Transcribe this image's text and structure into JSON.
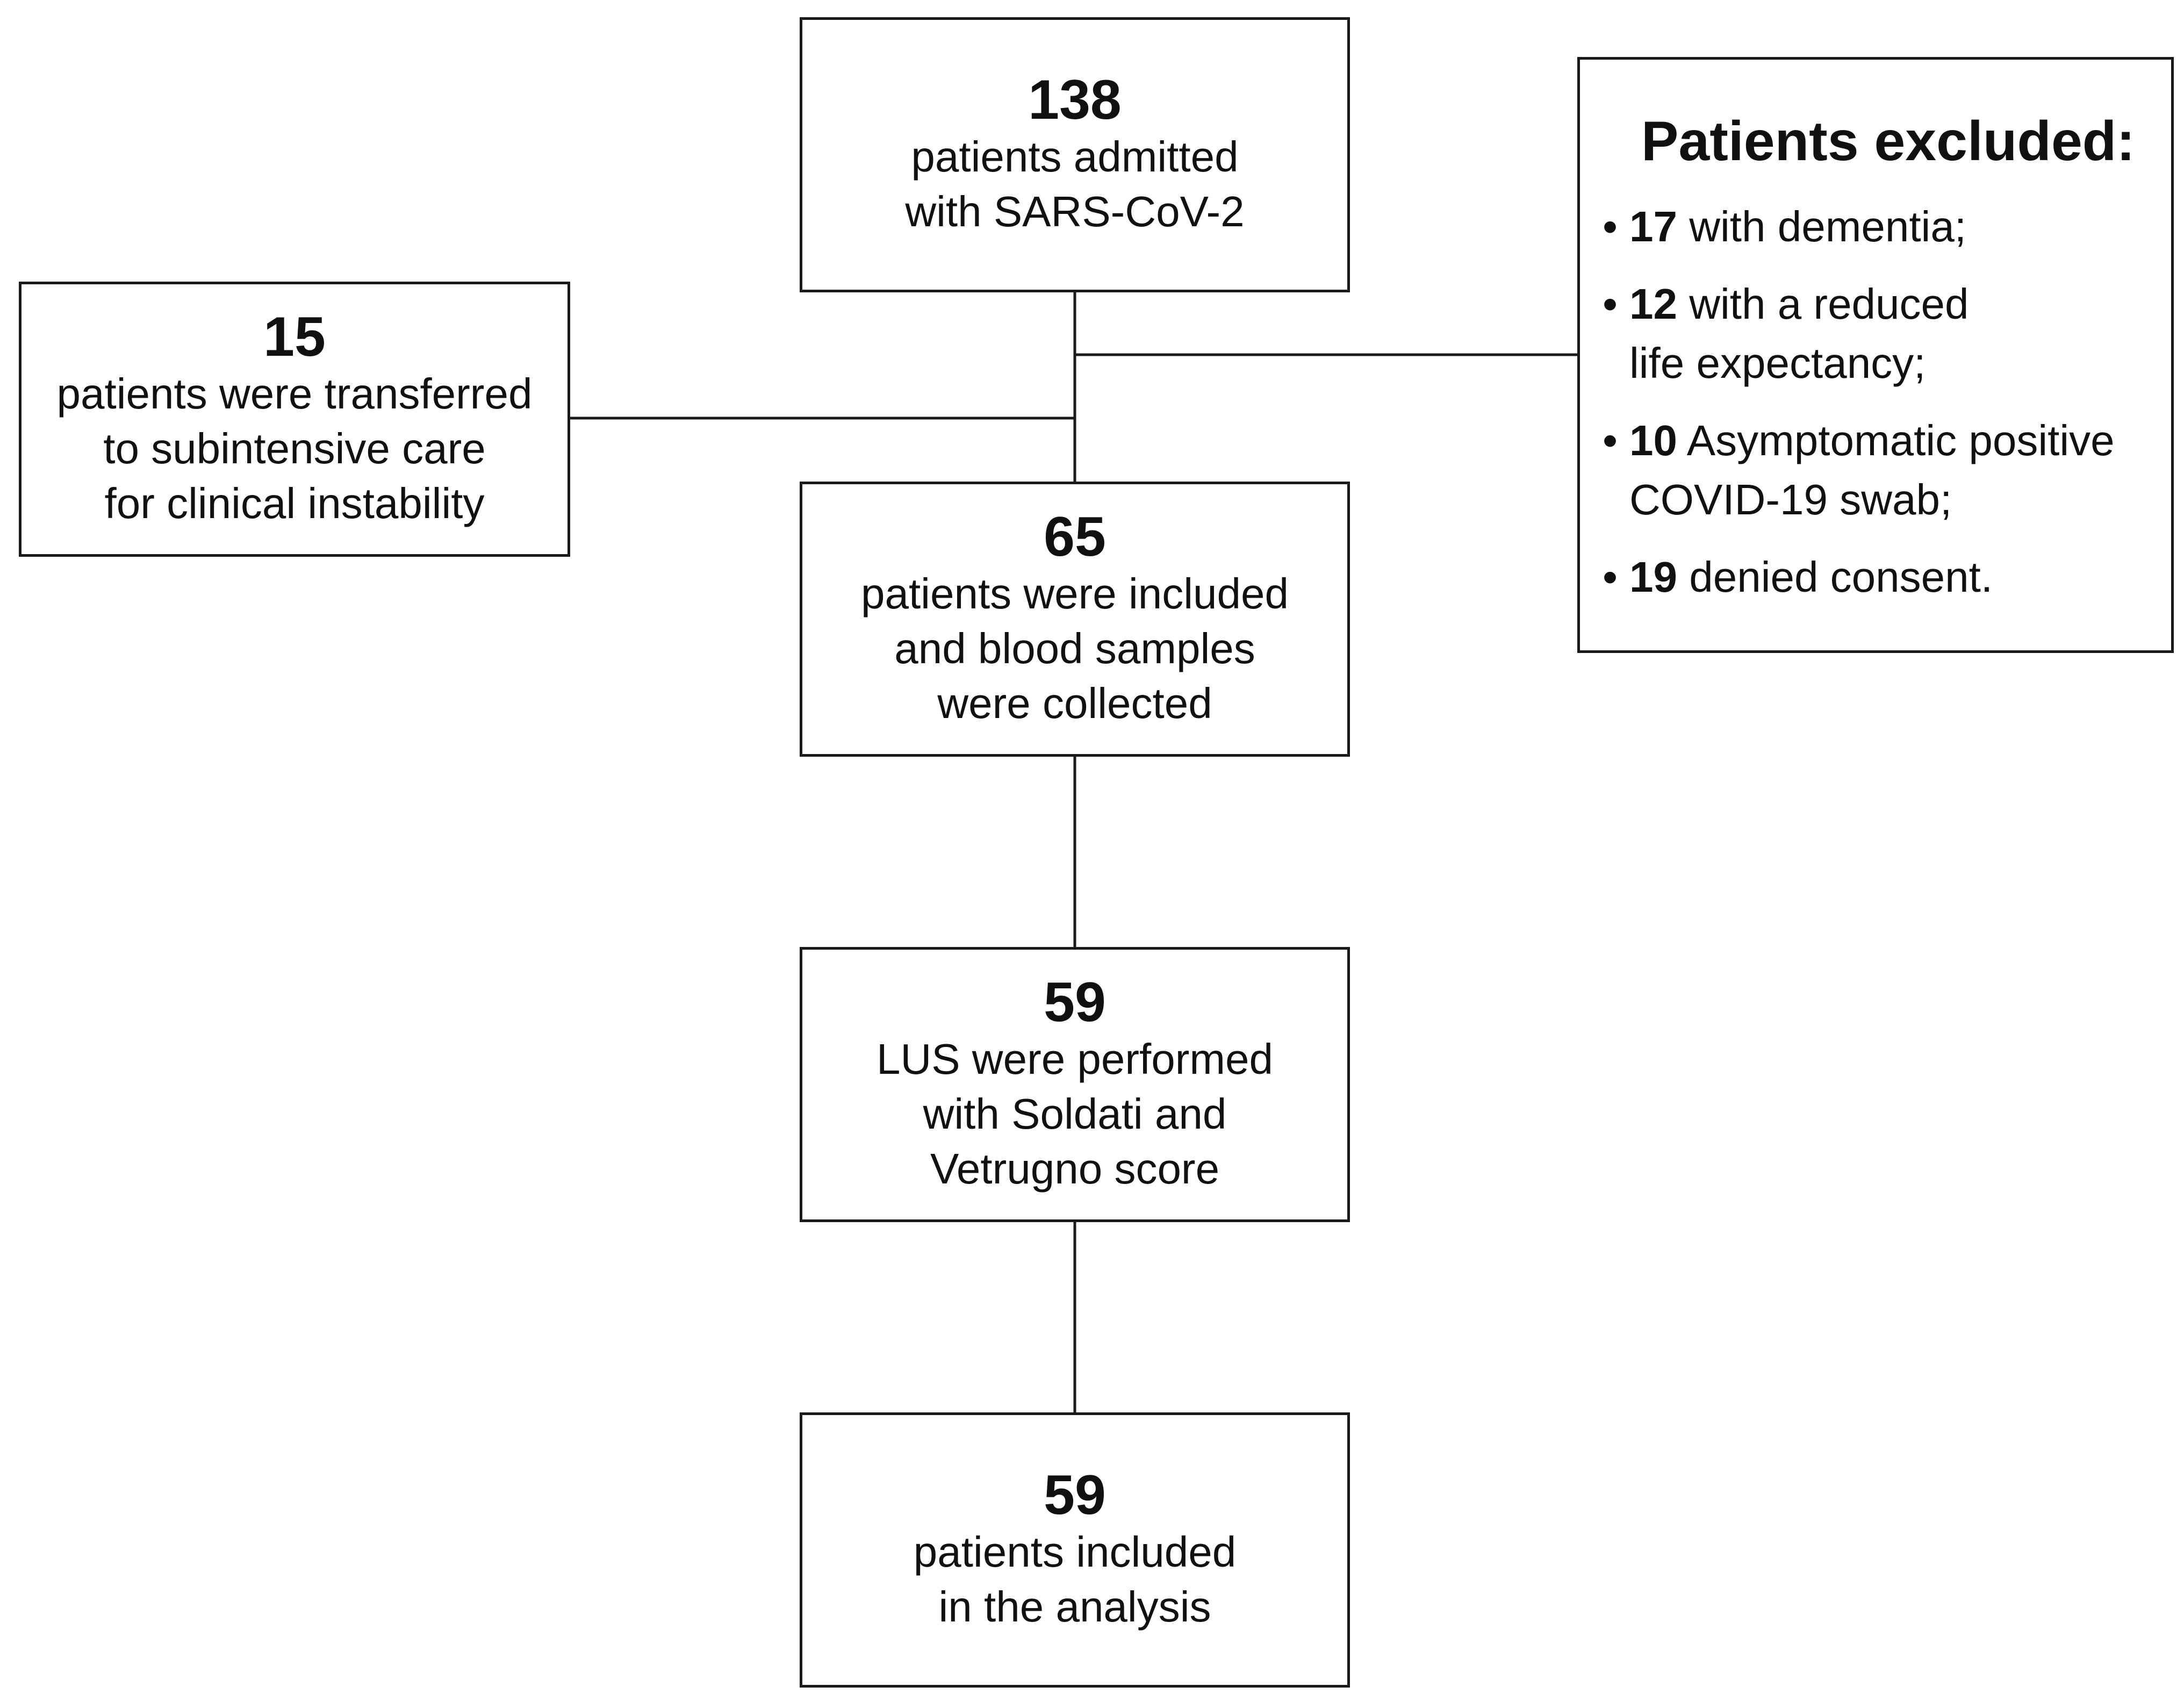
{
  "flowchart": {
    "admitted": {
      "count": "138",
      "text": "patients admitted\nwith SARS-CoV-2"
    },
    "transferred": {
      "count": "15",
      "text": "patients were transferred\nto subintensive care\nfor clinical instability"
    },
    "included": {
      "count": "65",
      "text": "patients were included\nand blood samples\nwere collected"
    },
    "lus": {
      "count": "59",
      "text": "LUS were performed\nwith Soldati and\nVetrugno score"
    },
    "analysis": {
      "count": "59",
      "text": "patients included\nin the analysis"
    },
    "excluded": {
      "title": "Patients excluded:",
      "bullet": "•",
      "items": [
        {
          "count": "17",
          "text": " with dementia;"
        },
        {
          "count": "12",
          "text": " with a reduced\nlife expectancy;"
        },
        {
          "count": "10",
          "text": " Asymptomatic positive\nCOVID-19 swab;"
        },
        {
          "count": "19",
          "text": " denied consent."
        }
      ]
    }
  }
}
